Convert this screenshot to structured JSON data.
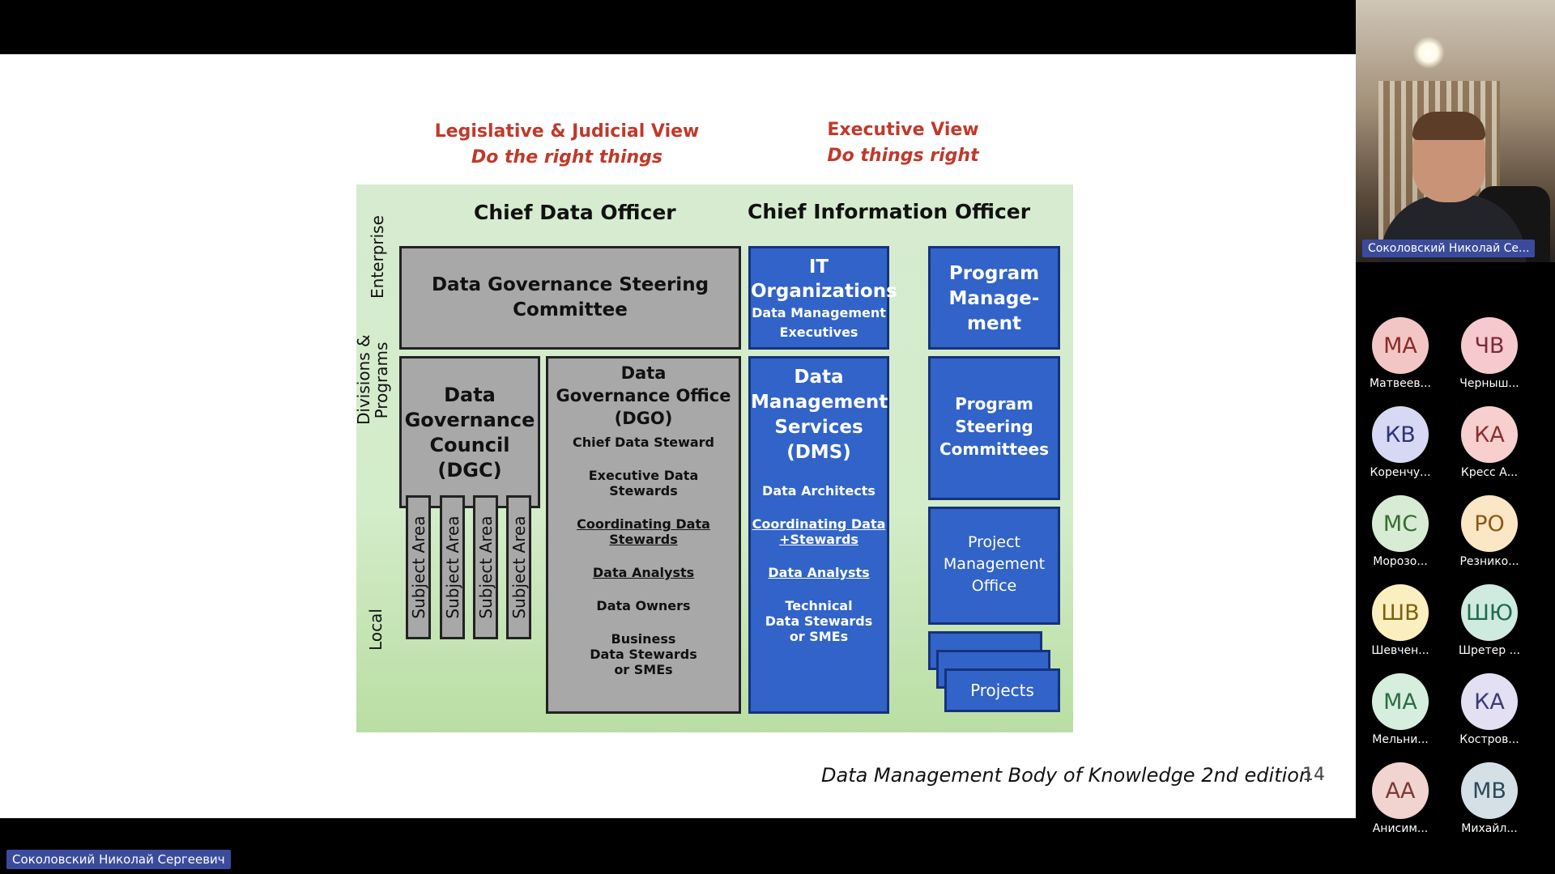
{
  "slide": {
    "legislative_view": "Legislative & Judicial View",
    "legislative_sub": "Do the right things",
    "executive_view": "Executive View",
    "executive_sub": "Do things right",
    "cdo": "Chief Data Officer",
    "cio": "Chief Information Officer",
    "side_enterprise": "Enterprise",
    "side_divisions": "Divisions &",
    "side_programs": "Programs",
    "side_local": "Local",
    "dgsc": "Data Governance Steering Committee",
    "it_org_1": "IT",
    "it_org_2": "Organizations",
    "it_org_3": "Data Management",
    "it_org_4": "Executives",
    "prog_mgmt_1": "Program",
    "prog_mgmt_2": "Manage-",
    "prog_mgmt_3": "ment",
    "dgc_1": "Data",
    "dgc_2": "Governance",
    "dgc_3": "Council",
    "dgc_4": "(DGC)",
    "subject_area": "Subject Area",
    "dgo_1": "Data",
    "dgo_2": "Governance Office",
    "dgo_3": "(DGO)",
    "dgo_items": [
      "Chief Data Steward",
      "Executive Data",
      "Stewards",
      "Coordinating Data",
      "Stewards",
      "Data Analysts",
      "Data Owners",
      "Business",
      "Data Stewards",
      "or SMEs"
    ],
    "dms_1": "Data",
    "dms_2": "Management",
    "dms_3": "Services",
    "dms_4": "(DMS)",
    "dms_items": [
      "Data Architects",
      "Coordinating Data",
      "+Stewards",
      "Data Analysts",
      "Technical",
      "Data Stewards",
      "or SMEs"
    ],
    "psc_1": "Program",
    "psc_2": "Steering",
    "psc_3": "Committees",
    "pmo_1": "Project",
    "pmo_2": "Management",
    "pmo_3": "Office",
    "projects": "Projects",
    "footer_source": "Data Management Body of Knowledge 2nd edition",
    "page_number": "14"
  },
  "presenter_tag": "Соколовский Николай Сергеевич",
  "video_tag": "Соколовский Николай Се...",
  "participants": [
    {
      "initials": "МА",
      "name": "Матвеев...",
      "color": "#f3c6c6",
      "text_color": "#8a2b2b"
    },
    {
      "initials": "ЧВ",
      "name": "Черныш...",
      "color": "#f6c9cf",
      "text_color": "#7a2a39"
    },
    {
      "initials": "КВ",
      "name": "Коренчу...",
      "color": "#d7d8f3",
      "text_color": "#2f3479"
    },
    {
      "initials": "КА",
      "name": "Кресс А...",
      "color": "#f8cfcf",
      "text_color": "#8a2f2f"
    },
    {
      "initials": "МС",
      "name": "Морозо...",
      "color": "#d8ecd5",
      "text_color": "#3a6b34"
    },
    {
      "initials": "РО",
      "name": "Резнико...",
      "color": "#fbe6c5",
      "text_color": "#8a5a12"
    },
    {
      "initials": "ШВ",
      "name": "Шевчен...",
      "color": "#fcefbf",
      "text_color": "#7b6210"
    },
    {
      "initials": "ШЮ",
      "name": "Шретер ...",
      "color": "#cfeadf",
      "text_color": "#1f6a4d"
    },
    {
      "initials": "МА",
      "name": "Мельни...",
      "color": "#d5eedd",
      "text_color": "#2e6c44"
    },
    {
      "initials": "КА",
      "name": "Костров...",
      "color": "#e2e0f2",
      "text_color": "#3d3a72"
    },
    {
      "initials": "АА",
      "name": "Анисим...",
      "color": "#f1d3cf",
      "text_color": "#7a3b33"
    },
    {
      "initials": "МВ",
      "name": "Михайл...",
      "color": "#d5e0e6",
      "text_color": "#2d4a5a"
    }
  ]
}
